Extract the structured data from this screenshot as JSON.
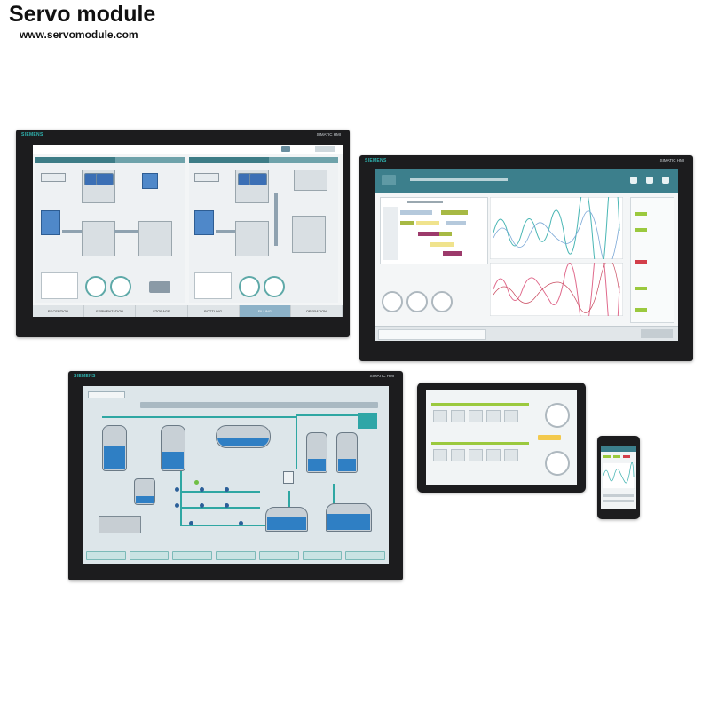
{
  "brand": {
    "title": "Servo module",
    "url": "www.servomodule.com"
  },
  "devices": {
    "d1": {
      "logo": "SIEMENS",
      "model": "SIMATIC HMI",
      "tabs": [
        "RECEPTION",
        "FERMENTATION",
        "STORAGE",
        "BOTTLING",
        "FILLING",
        "OPERATION"
      ],
      "active_tab_index": 4
    },
    "d2": {
      "logo": "SIEMENS",
      "model": "SIMATIC HMI"
    },
    "d3": {
      "logo": "SIEMENS",
      "model": "SIMATIC HMI"
    }
  },
  "colors": {
    "teal_header": "#3d7c86",
    "siemens_teal": "#2fb3b0",
    "wave_teal": "#49b6b4",
    "wave_pink": "#e06a8c",
    "tank_blue": "#2f7fc4",
    "status_green": "#9bc93e"
  }
}
